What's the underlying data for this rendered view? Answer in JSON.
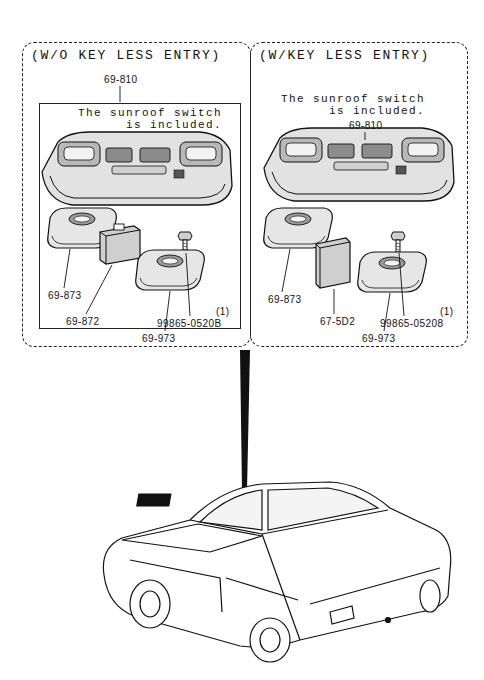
{
  "diagram": {
    "nodes": [
      {
        "text": [
          "(W/O KEY LESS ENTRY)"
        ]
      },
      {
        "text": [
          "The sunroof switch is included."
        ],
        "in": 0
      },
      {
        "text": [
          "(W/KEY LESS ENTRY)",
          "The sunroof switch is included."
        ]
      }
    ],
    "labels": [
      "69-810",
      "69-873",
      "69-872",
      "99865-0520B",
      "(1)",
      "69-973",
      "69-810",
      "69-873",
      "67-5D2",
      "99865-05208",
      "(1)",
      "69-973"
    ]
  }
}
